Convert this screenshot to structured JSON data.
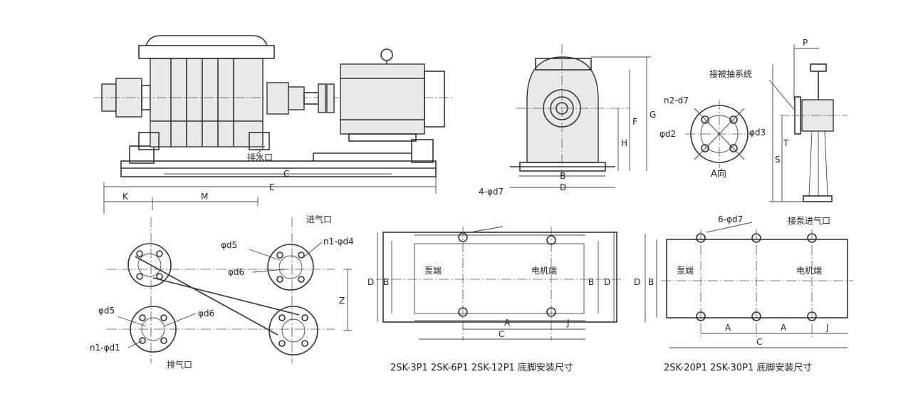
{
  "colors": {
    "line": "#333333",
    "background": "#ffffff"
  },
  "side_view": {
    "label_exhaust": "排水口",
    "dims": {
      "C": "C",
      "E": "E",
      "K": "K",
      "M": "M"
    }
  },
  "end_view": {
    "dims": {
      "B": "B",
      "D": "D",
      "H": "H",
      "F": "F",
      "G": "G"
    },
    "hole_label": "4-φd7"
  },
  "view_a": {
    "label_n2d7": "n2-d7",
    "label_d2": "φd2",
    "label_d3": "φd3",
    "caption": "A向"
  },
  "pump_side": {
    "label_connect": "接被抽系统",
    "label_inlet": "接泵进气口",
    "dims": {
      "P": "P",
      "S": "S",
      "T": "T"
    }
  },
  "flange_view": {
    "label_inlet": "进气口",
    "label_exhaust": "排气口",
    "label_d5_top": "φd5",
    "label_d6_top": "φd6",
    "label_n1d4": "n1-φd4",
    "label_d5_bottom": "φd5",
    "label_d6_bottom": "φd6",
    "label_n1d1": "n1-φd1",
    "dim_z": "Z"
  },
  "base_small": {
    "pump_end": "泵端",
    "motor_end": "电机端",
    "dims": {
      "D_left": "D",
      "B_left": "B",
      "B_right": "B",
      "D_right": "D",
      "A": "A",
      "J": "J",
      "C": "C"
    },
    "caption": "2SK-3P1  2SK-6P1  2SK-12P1  底脚安装尺寸"
  },
  "base_large": {
    "hole_label": "6-φd7",
    "pump_end": "泵端",
    "motor_end": "电机端",
    "dims": {
      "D": "D",
      "B": "B",
      "A1": "A",
      "A2": "A",
      "J": "J",
      "C": "C"
    },
    "caption": "2SK-20P1  2SK-30P1  底脚安装尺寸"
  }
}
